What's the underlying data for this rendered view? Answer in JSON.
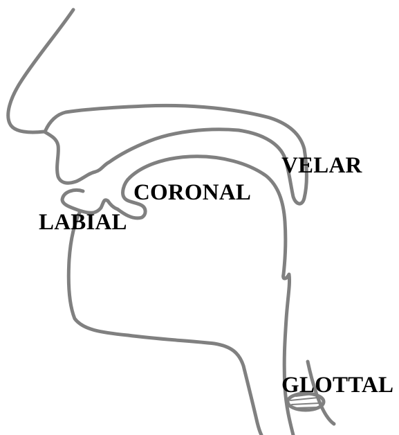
{
  "labels": {
    "velar": "VELAR",
    "coronal": "CORONAL",
    "labial": "LABIAL",
    "glottal": "GLOTTAL"
  },
  "colors": {
    "outline": "#808080",
    "text": "#000000",
    "background": "#ffffff"
  }
}
